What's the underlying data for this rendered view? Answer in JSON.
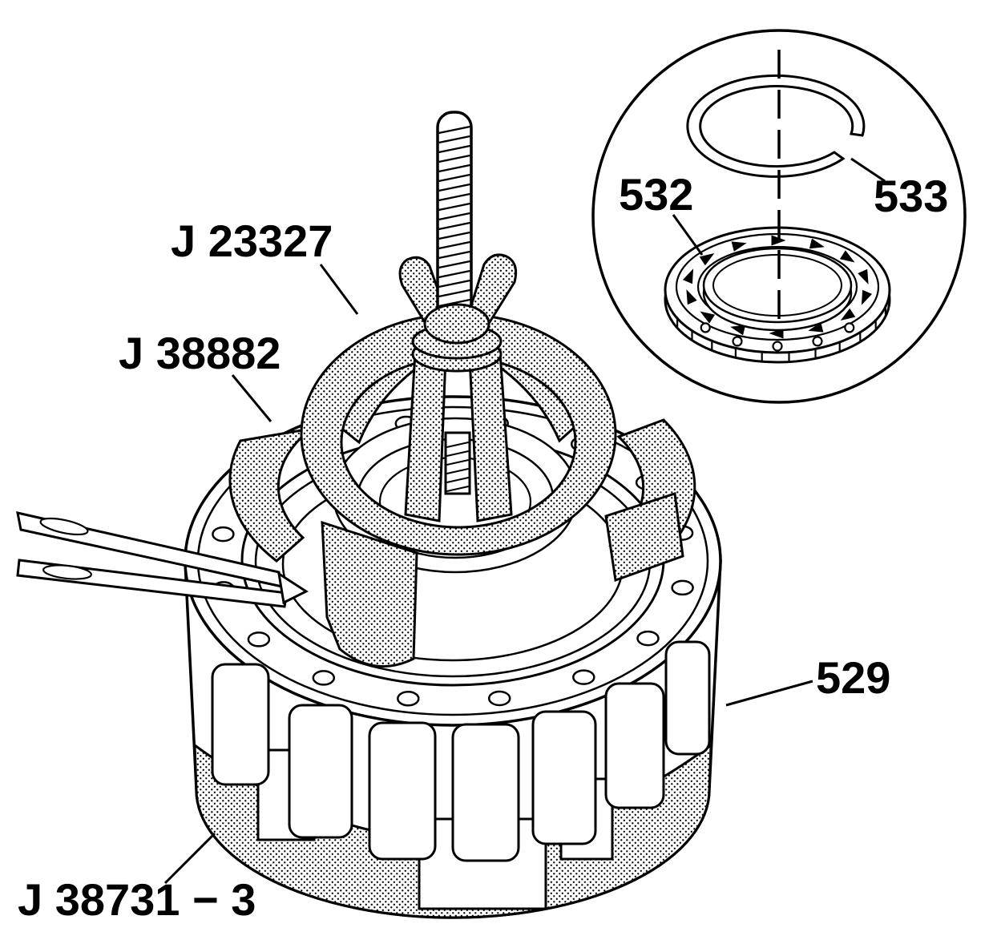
{
  "figure": {
    "labels": {
      "compressor_tool": "J 23327",
      "compressor_adapter": "J 38882",
      "holding_fixture": "J 38731 − 3",
      "clutch_housing": "529",
      "sprag_assembly": "532",
      "retaining_ring": "533"
    },
    "colors": {
      "ink": "#000000",
      "paper": "#ffffff"
    }
  }
}
